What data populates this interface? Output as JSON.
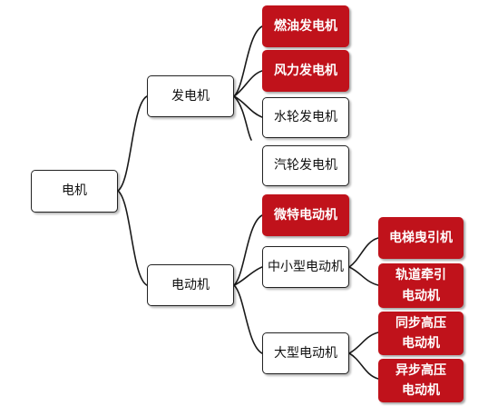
{
  "colors": {
    "highlight": "#c0121b",
    "line": "#1a1a1a",
    "box_border": "#222222"
  },
  "nodes": {
    "root": "电机",
    "generator": "发电机",
    "motor": "电动机",
    "fuel_gen": "燃油发电机",
    "wind_gen": "风力发电机",
    "water_gen": "水轮发电机",
    "steam_gen": "汽轮发电机",
    "micro_motor": "微特电动机",
    "mid_motor": "中小型电动机",
    "large_motor": "大型电动机",
    "elevator_motor": "电梯曳引机",
    "rail_motor": "轨道牵引\n电动机",
    "sync_motor": "同步高压\n电动机",
    "async_motor": "异步高压\n电动机"
  }
}
